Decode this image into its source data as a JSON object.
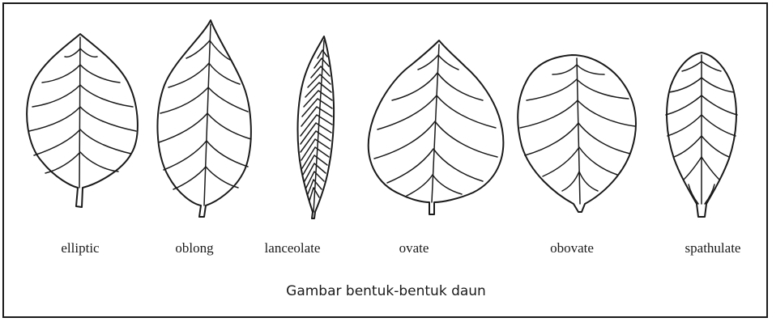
{
  "figure": {
    "leaves": [
      {
        "label": "elliptic"
      },
      {
        "label": "oblong"
      },
      {
        "label": "lanceolate"
      },
      {
        "label": "ovate"
      },
      {
        "label": "obovate"
      },
      {
        "label": "spathulate"
      }
    ],
    "caption": "Gambar bentuk-bentuk daun"
  }
}
